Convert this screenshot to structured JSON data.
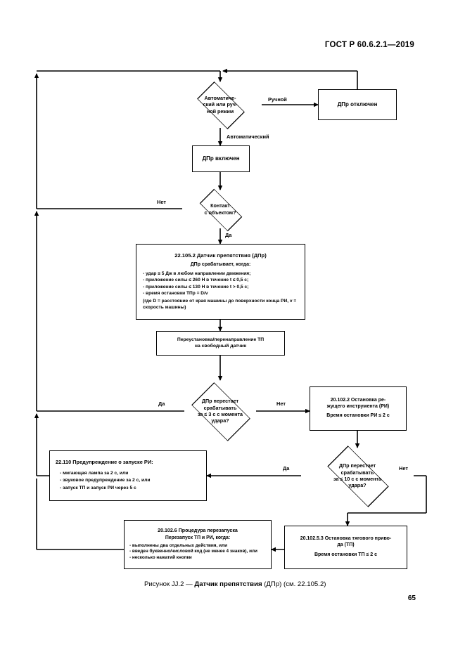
{
  "header": {
    "standard": "ГОСТ Р 60.6.2.1—2019"
  },
  "caption": {
    "prefix": "Рисунок JJ.2 — ",
    "bold": "Датчик препятствия",
    "suffix": " (ДПр) (см. 22.105.2)"
  },
  "page_number": "65",
  "nodes": {
    "mode_decision": {
      "line1": "Автоматиче-",
      "line2": "ский или руч-",
      "line3": "ной режим"
    },
    "dpr_off": {
      "label": "ДПр отключен"
    },
    "dpr_on": {
      "label": "ДПр включен"
    },
    "contact_decision": {
      "line1": "Контакт",
      "line2": "с объектом?"
    },
    "sensor_spec": {
      "title": "22.105.2 Датчик препятствия (ДПр)",
      "subtitle": "ДПр срабатывает, когда:",
      "bullets": [
        "- удар ≤ 5 Дж в любом направлении движения;",
        "- приложение силы ≤ 260 Н в течение t ≤ 0,5 с;",
        "- приложение силы ≤ 130 Н в течение t > 0,5 с;",
        "- время остановки ТПр = D/v"
      ],
      "note": "(где D = расстояние от края машины до поверхности конца РИ, v = скорость машины)"
    },
    "reroute": {
      "line1": "Переустановка/перенаправление ТП",
      "line2": "на свободный датчик"
    },
    "stop3_decision": {
      "line1": "ДПр перестает",
      "line2": "срабатывать",
      "line3": "за ≤ 3 с с момента",
      "line4": "удара?"
    },
    "cutter_stop": {
      "title1": "20.102.2 Остановка ре-",
      "title2": "жущего инструмента (РИ)",
      "subtitle": "Время остановки РИ ≤ 2 с"
    },
    "stop10_decision": {
      "line1": "ДПр перестает",
      "line2": "срабатывать",
      "line3": "за ≤ 10 с с момента",
      "line4": "удара?"
    },
    "warning": {
      "title": "22.110 Предупреждение о запуске РИ:",
      "bullets": [
        "- мигающая лампа за 2 с, или",
        "- звуковое предупреждение за 2 с, или",
        "- запуск ТП и запуск РИ через 5 с"
      ]
    },
    "restart": {
      "title": "20.102.6 Процедура перезапуска",
      "subtitle": "Перезапуск ТП и РИ, когда:",
      "bullets": [
        "- выполнены два отдельных действия, или",
        "- введен буквенно/числовой код (не менее 4 знаков), или",
        "- несколько нажатий кнопки"
      ]
    },
    "traction_stop": {
      "title1": "20.102.5.3 Остановка тягового приво-",
      "title2": "да (ТП)",
      "subtitle": "Время остановки ТП ≤ 2 с"
    }
  },
  "edges": {
    "manual": "Ручной",
    "automatic": "Автоматический",
    "contact_no": "Нет",
    "contact_yes": "Да",
    "stop3_yes": "Да",
    "stop3_no": "Нет",
    "stop10_yes": "Да",
    "stop10_no": "Нет"
  },
  "colors": {
    "ink": "#000000",
    "paper": "#ffffff"
  }
}
